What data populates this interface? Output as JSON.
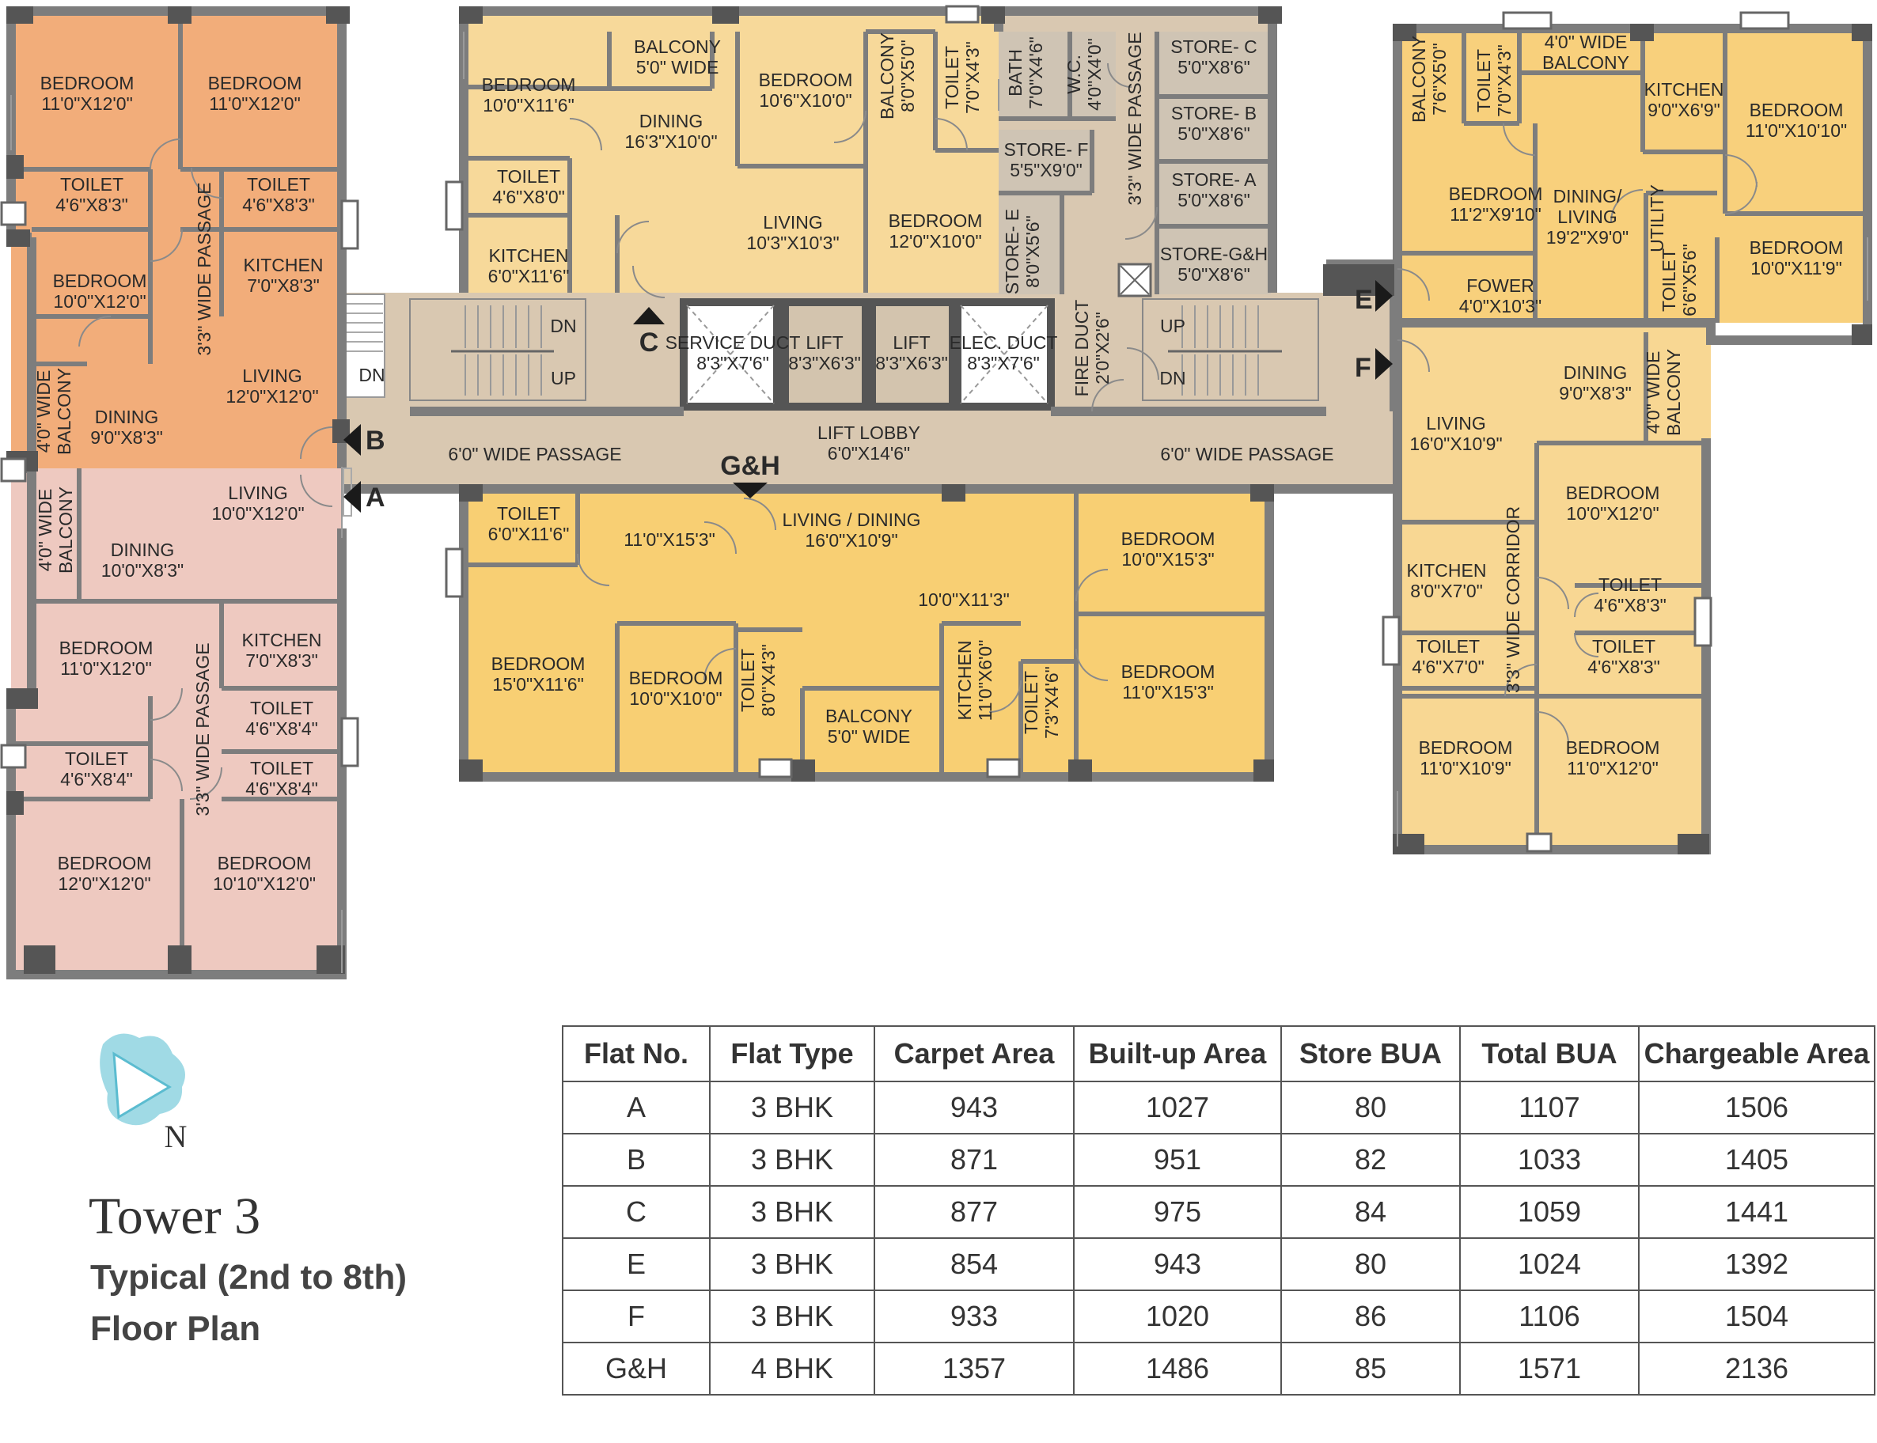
{
  "colors": {
    "flat_b": "#f2ad7a",
    "flat_a": "#eec9c0",
    "flat_c": "#f7d99a",
    "flat_gh": "#f8cf73",
    "flat_e": "#f8d07c",
    "flat_f": "#f8d793",
    "common": "#d9c8b1",
    "store": "#cfc4b4",
    "wall": "#7d7d7d"
  },
  "flat_tags": {
    "a": "A",
    "b": "B",
    "c": "C",
    "e": "E",
    "f": "F",
    "gh": "G&H"
  },
  "rooms": {
    "b_bed1": [
      "BEDROOM",
      "11'0\"X12'0\""
    ],
    "b_bed2": [
      "BEDROOM",
      "11'0\"X12'0\""
    ],
    "b_toilet1": [
      "TOILET",
      "4'6\"X8'3\""
    ],
    "b_toilet2": [
      "TOILET",
      "4'6\"X8'3\""
    ],
    "b_bed3": [
      "BEDROOM",
      "10'0\"X12'0\""
    ],
    "b_kitchen": [
      "KITCHEN",
      "7'0\"X8'3\""
    ],
    "b_passage": [
      "3'3\" WIDE PASSAGE"
    ],
    "b_living": [
      "LIVING",
      "12'0\"X12'0\""
    ],
    "b_dining": [
      "DINING",
      "9'0\"X8'3\""
    ],
    "b_balcony": [
      "4'0\" WIDE",
      "BALCONY"
    ],
    "a_living": [
      "LIVING",
      "10'0\"X12'0\""
    ],
    "a_dining": [
      "DINING",
      "10'0\"X8'3\""
    ],
    "a_balcony": [
      "4'0\" WIDE",
      "BALCONY"
    ],
    "a_bed1": [
      "BEDROOM",
      "11'0\"X12'0\""
    ],
    "a_kitchen": [
      "KITCHEN",
      "7'0\"X8'3\""
    ],
    "a_passage": [
      "3'3\" WIDE PASSAGE"
    ],
    "a_toilet1": [
      "TOILET",
      "4'6\"X8'4\""
    ],
    "a_toilet2": [
      "TOILET",
      "4'6\"X8'4\""
    ],
    "a_toilet3": [
      "TOILET",
      "4'6\"X8'4\""
    ],
    "a_bed2": [
      "BEDROOM",
      "12'0\"X12'0\""
    ],
    "a_bed3": [
      "BEDROOM",
      "10'10\"X12'0\""
    ],
    "c_bed1": [
      "BEDROOM",
      "10'0\"X11'6\""
    ],
    "c_balcony1": [
      "BALCONY",
      "5'0\" WIDE"
    ],
    "c_dining": [
      "DINING",
      "16'3\"X10'0\""
    ],
    "c_bed2": [
      "BEDROOM",
      "10'6\"X10'0\""
    ],
    "c_balcony2": [
      "BALCONY",
      "8'0\"X5'0\""
    ],
    "c_toilet2": [
      "TOILET",
      "7'0\"X4'3\""
    ],
    "c_toilet1": [
      "TOILET",
      "4'6\"X8'0\""
    ],
    "c_kitchen": [
      "KITCHEN",
      "6'0\"X11'6\""
    ],
    "c_living": [
      "LIVING",
      "10'3\"X10'3\""
    ],
    "c_bed3": [
      "BEDROOM",
      "12'0\"X10'0\""
    ],
    "bath": [
      "BATH",
      "7'0\"X4'6\""
    ],
    "wc": [
      "W.C.",
      "4'0\"X4'0\""
    ],
    "store_f": [
      "STORE- F",
      "5'5\"X9'0\""
    ],
    "store_e": [
      "STORE- E",
      "8'0\"X5'6\""
    ],
    "passage_v": [
      "3'3\" WIDE PASSAGE"
    ],
    "store_c": [
      "STORE- C",
      "5'0\"X8'6\""
    ],
    "store_b": [
      "STORE- B",
      "5'0\"X8'6\""
    ],
    "store_a": [
      "STORE- A",
      "5'0\"X8'6\""
    ],
    "store_gh": [
      "STORE-G&H",
      "5'0\"X8'6\""
    ],
    "service_duct": [
      "SERVICE DUCT",
      "8'3\"X7'6\""
    ],
    "lift1": [
      "LIFT",
      "8'3\"X6'3\""
    ],
    "lift2": [
      "LIFT",
      "8'3\"X6'3\""
    ],
    "elec_duct": [
      "ELEC. DUCT",
      "8'3\"X7'6\""
    ],
    "fire_duct": [
      "FIRE DUCT",
      "2'0\"X2'6\""
    ],
    "lift_lobby": [
      "LIFT LOBBY",
      "6'0\"X14'6\""
    ],
    "passage_l": [
      "6'0\" WIDE PASSAGE"
    ],
    "passage_r": [
      "6'0\" WIDE PASSAGE"
    ],
    "gh_toilet1": [
      "TOILET",
      "6'0\"X11'6\""
    ],
    "gh_foyer": [
      "11'0\"X15'3\""
    ],
    "gh_living": [
      "LIVING / DINING",
      "16'0\"X10'9\""
    ],
    "gh_hall": [
      "10'0\"X11'3\""
    ],
    "gh_bed1": [
      "BEDROOM",
      "10'0\"X15'3\""
    ],
    "gh_bed2": [
      "BEDROOM",
      "15'0\"X11'6\""
    ],
    "gh_bed3": [
      "BEDROOM",
      "10'0\"X10'0\""
    ],
    "gh_toilet2": [
      "TOILET",
      "8'0\"X4'3\""
    ],
    "gh_balcony": [
      "BALCONY",
      "5'0\" WIDE"
    ],
    "gh_kitchen": [
      "KITCHEN",
      "11'0\"X6'0\""
    ],
    "gh_toilet3": [
      "TOILET",
      "7'3\"X4'6\""
    ],
    "gh_bed4": [
      "BEDROOM",
      "11'0\"X15'3\""
    ],
    "e_balcony1": [
      "BALCONY",
      "7'6\"X5'0\""
    ],
    "e_toilet1": [
      "TOILET",
      "7'0\"X4'3\""
    ],
    "e_balcony2": [
      "4'0\" WIDE",
      "BALCONY"
    ],
    "e_kitchen": [
      "KITCHEN",
      "9'0\"X6'9\""
    ],
    "e_bed1": [
      "BEDROOM",
      "11'0\"X10'10\""
    ],
    "e_bed2": [
      "BEDROOM",
      "11'2\"X9'10\""
    ],
    "e_dining": [
      "DINING/",
      "LIVING",
      "19'2\"X9'0\""
    ],
    "e_utility": [
      "UTILITY"
    ],
    "e_toilet2": [
      "TOILET",
      "6'6\"X5'6\""
    ],
    "e_bed3": [
      "BEDROOM",
      "10'0\"X11'9\""
    ],
    "e_foyer": [
      "FOWER",
      "4'0\"X10'3\""
    ],
    "f_dining": [
      "DINING",
      "9'0\"X8'3\""
    ],
    "f_balcony": [
      "4'0\" WIDE",
      "BALCONY"
    ],
    "f_living": [
      "LIVING",
      "16'0\"X10'9\""
    ],
    "f_bed1": [
      "BEDROOM",
      "10'0\"X12'0\""
    ],
    "f_kitchen": [
      "KITCHEN",
      "8'0\"X7'0\""
    ],
    "f_corridor": [
      "3'3\" WIDE CORRIDOR"
    ],
    "f_toilet1": [
      "TOILET",
      "4'6\"X8'3\""
    ],
    "f_toilet2": [
      "TOILET",
      "4'6\"X7'0\""
    ],
    "f_toilet3": [
      "TOILET",
      "4'6\"X8'3\""
    ],
    "f_bed2": [
      "BEDROOM",
      "11'0\"X10'9\""
    ],
    "f_bed3": [
      "BEDROOM",
      "11'0\"X12'0\""
    ]
  },
  "stairs": {
    "dn": "DN",
    "up": "UP"
  },
  "north": "N",
  "legend": {
    "tower": "Tower 3",
    "line1": "Typical (2nd to 8th)",
    "line2": "Floor Plan"
  },
  "table": {
    "headers": [
      "Flat No.",
      "Flat Type",
      "Carpet Area",
      "Built-up Area",
      "Store BUA",
      "Total BUA",
      "Chargeable Area"
    ],
    "rows": [
      [
        "A",
        "3 BHK",
        "943",
        "1027",
        "80",
        "1107",
        "1506"
      ],
      [
        "B",
        "3 BHK",
        "871",
        "951",
        "82",
        "1033",
        "1405"
      ],
      [
        "C",
        "3 BHK",
        "877",
        "975",
        "84",
        "1059",
        "1441"
      ],
      [
        "E",
        "3 BHK",
        "854",
        "943",
        "80",
        "1024",
        "1392"
      ],
      [
        "F",
        "3 BHK",
        "933",
        "1020",
        "86",
        "1106",
        "1504"
      ],
      [
        "G&H",
        "4 BHK",
        "1357",
        "1486",
        "85",
        "1571",
        "2136"
      ]
    ]
  }
}
